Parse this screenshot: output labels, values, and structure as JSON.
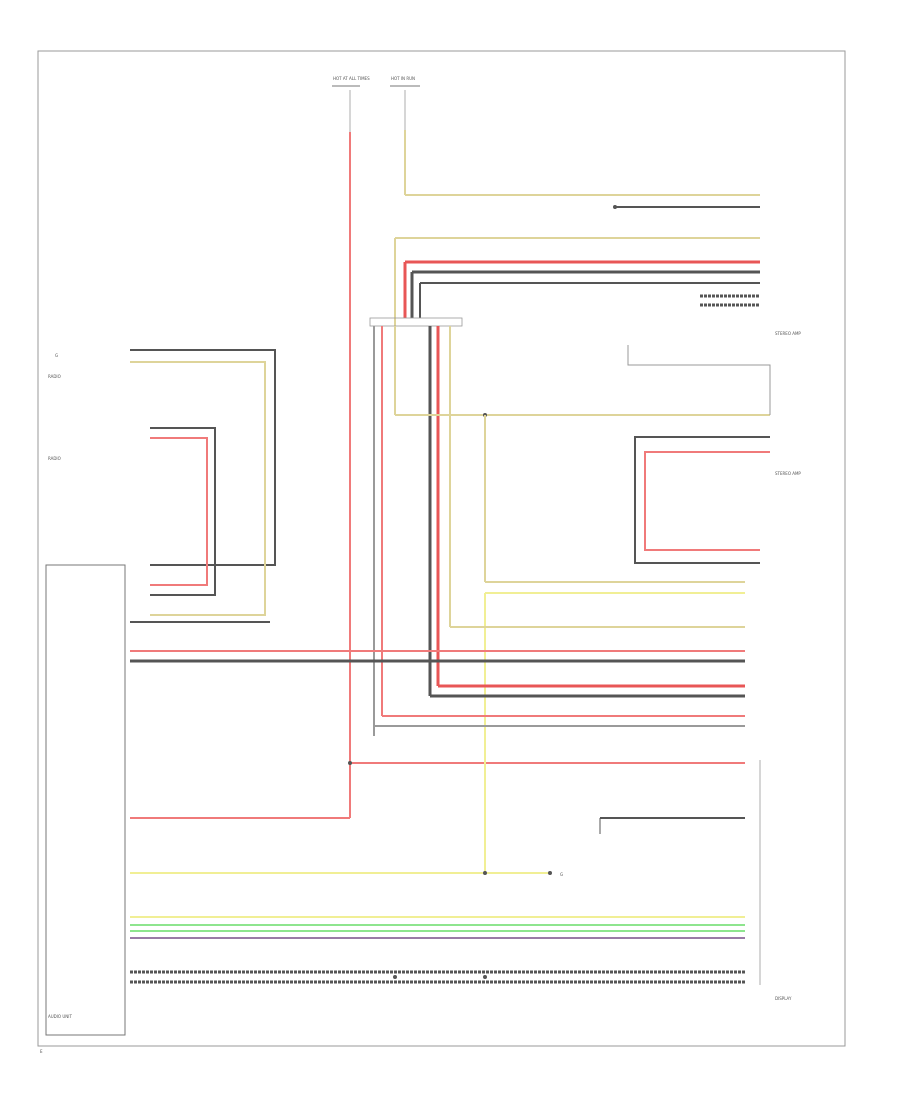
{
  "colors": {
    "red": "#f07a7a",
    "red_dark": "#e85656",
    "black": "#555555",
    "gray": "#9a9a9a",
    "yellow": "#f1ef95",
    "tan": "#ded49a",
    "green": "#8ee58e",
    "violet": "#9a7aa6",
    "frame": "#9a9a9a"
  },
  "labels": {
    "fuse_top_left": "HOT AT ALL TIMES",
    "fuse_top_right": "HOT IN RUN",
    "right_module_1": "STEREO AMP",
    "right_module_2": "STEREO AMP",
    "left_box_top_1": "RADIO",
    "left_box_top_2": "RADIO",
    "left_box_bottom": "AUDIO UNIT",
    "right_bottom_box": "DISPLAY",
    "ground_left": "G",
    "ground_center": "G",
    "footer_code": "E"
  }
}
